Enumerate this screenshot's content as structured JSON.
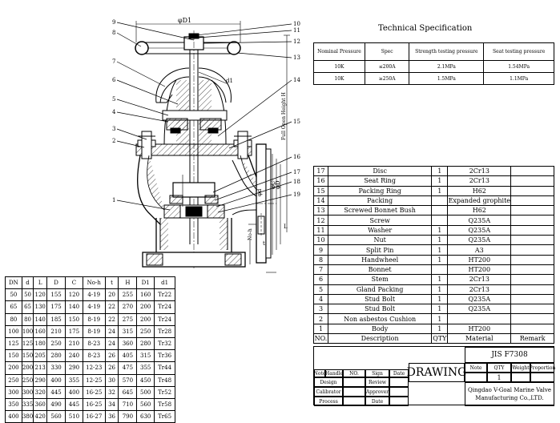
{
  "spec": {
    "title": "Technical Specification",
    "headers": [
      "Nominal Pressure",
      "Spec",
      "Strength testing pressure",
      "Seat testing pressure"
    ],
    "rows": [
      [
        "10K",
        "≤200A",
        "2.1MPa",
        "1.54MPa"
      ],
      [
        "10K",
        "≥250A",
        "1.5MPa",
        "1.1MPa"
      ]
    ]
  },
  "parts": {
    "rows": [
      [
        "17",
        "Disc",
        "1",
        "2Cr13",
        ""
      ],
      [
        "16",
        "Seat Ring",
        "1",
        "2Cr13",
        ""
      ],
      [
        "15",
        "Packing Ring",
        "1",
        "H62",
        ""
      ],
      [
        "14",
        "Packing",
        "",
        "Expanded grophite",
        ""
      ],
      [
        "13",
        "Screwed Bonnet Bush",
        "",
        "H62",
        ""
      ],
      [
        "12",
        "Screw",
        "",
        "Q235A",
        ""
      ],
      [
        "11",
        "Washer",
        "1",
        "Q235A",
        ""
      ],
      [
        "10",
        "Nut",
        "1",
        "Q235A",
        ""
      ],
      [
        "9",
        "Split Pin",
        "1",
        "A3",
        ""
      ],
      [
        "8",
        "Handwheel",
        "1",
        "HT200",
        ""
      ],
      [
        "7",
        "Bonnet",
        "",
        "HT200",
        ""
      ],
      [
        "6",
        "Stem",
        "1",
        "2Cr13",
        ""
      ],
      [
        "5",
        "Gland Packing",
        "1",
        "2Cr13",
        ""
      ],
      [
        "4",
        "Stud Bolt",
        "1",
        "Q235A",
        ""
      ],
      [
        "3",
        "Stud Bolt",
        "1",
        "Q235A",
        ""
      ],
      [
        "2",
        "Non asbestos Cushion",
        "1",
        "",
        ""
      ],
      [
        "1",
        "Body",
        "1",
        "HT200",
        ""
      ]
    ],
    "header": [
      "NO.",
      "Description",
      "QTY",
      "Material",
      "Remark"
    ]
  },
  "dims": {
    "headers": [
      "DN",
      "d",
      "L",
      "D",
      "C",
      "No-h",
      "t",
      "H",
      "D1",
      "d1"
    ],
    "rows": [
      [
        "50",
        "50",
        "120",
        "155",
        "120",
        "4-19",
        "20",
        "255",
        "160",
        "Tr22"
      ],
      [
        "65",
        "65",
        "130",
        "175",
        "140",
        "4-19",
        "22",
        "270",
        "200",
        "Tr24"
      ],
      [
        "80",
        "80",
        "140",
        "185",
        "150",
        "8-19",
        "22",
        "275",
        "200",
        "Tr24"
      ],
      [
        "100",
        "100",
        "160",
        "210",
        "175",
        "8-19",
        "24",
        "315",
        "250",
        "Tr28"
      ],
      [
        "125",
        "125",
        "180",
        "250",
        "210",
        "8-23",
        "24",
        "360",
        "280",
        "Tr32"
      ],
      [
        "150",
        "150",
        "205",
        "280",
        "240",
        "8-23",
        "26",
        "405",
        "315",
        "Tr36"
      ],
      [
        "200",
        "200",
        "213",
        "330",
        "290",
        "12-23",
        "26",
        "475",
        "355",
        "Tr44"
      ],
      [
        "250",
        "250",
        "290",
        "400",
        "355",
        "12-25",
        "30",
        "570",
        "450",
        "Tr48"
      ],
      [
        "300",
        "300",
        "320",
        "445",
        "400",
        "16-25",
        "32",
        "645",
        "500",
        "Tr52"
      ],
      [
        "350",
        "335",
        "360",
        "490",
        "445",
        "16-25",
        "34",
        "710",
        "560",
        "Tr58"
      ],
      [
        "400",
        "380",
        "420",
        "560",
        "510",
        "16-27",
        "36",
        "790",
        "630",
        "Tr65"
      ]
    ]
  },
  "title_block": {
    "standard": "JIS F7308",
    "drawing": "DRAWING",
    "note": "Note",
    "qty_label": "QTY",
    "weight_label": "Weight",
    "proportion_label": "Proportion",
    "qty_value": "1",
    "company_line1": "Qingdao V-Goal Marine Valve",
    "company_line2": "Manufacturing Co.,LTD.",
    "sig_headers": [
      "Note",
      "Handle",
      "NO.",
      "Sign",
      "Date"
    ],
    "design": "Design",
    "review": "Review",
    "calibrator": "Calibrator",
    "approver": "Approver",
    "process": "Process",
    "date": "Date"
  },
  "drawing": {
    "callouts_left": [
      "9",
      "8",
      "7",
      "6",
      "5",
      "4",
      "3",
      "2",
      "1"
    ],
    "callouts_right": [
      "10",
      "11",
      "12",
      "13",
      "14",
      "15",
      "16",
      "17",
      "18",
      "19"
    ],
    "dim_top": "φD1",
    "dim_d1": "d1",
    "dim_full_open": "Full Open Height H",
    "dim_d": "φd",
    "dim_c": "φC",
    "dim_dd": "φD",
    "dim_noh": "No-h",
    "dim_t": "t",
    "dim_l": "L"
  }
}
